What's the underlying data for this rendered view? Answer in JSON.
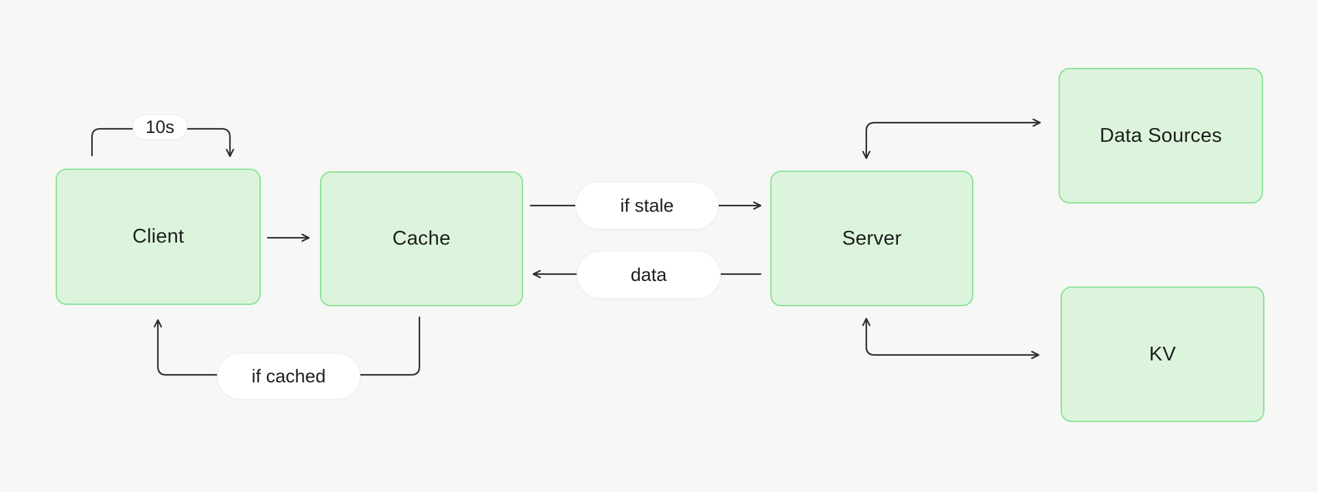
{
  "diagram": {
    "type": "architecture-flow",
    "background_color": "#f7f7f5",
    "node_fill_color": "#dcf4dc",
    "node_border_color": "#8ee39a",
    "edge_color": "#2e2e2e",
    "label_pill_color": "#ffffff",
    "text_color": "#1d1f1d",
    "nodes": [
      {
        "id": "client",
        "label": "Client"
      },
      {
        "id": "cache",
        "label": "Cache"
      },
      {
        "id": "server",
        "label": "Server"
      },
      {
        "id": "data_sources",
        "label": "Data Sources"
      },
      {
        "id": "kv",
        "label": "KV"
      }
    ],
    "edges": [
      {
        "from": "client",
        "to": "client",
        "label": "10s",
        "style": "self-loop-top"
      },
      {
        "from": "client",
        "to": "cache",
        "label": "",
        "style": "straight-right"
      },
      {
        "from": "cache",
        "to": "server",
        "label": "if stale",
        "style": "straight-right"
      },
      {
        "from": "server",
        "to": "cache",
        "label": "data",
        "style": "straight-left"
      },
      {
        "from": "cache",
        "to": "client",
        "label": "if cached",
        "style": "elbow-bottom"
      },
      {
        "from": "server",
        "to": "data_sources",
        "label": "",
        "style": "elbow-top-right",
        "bidirectional": true
      },
      {
        "from": "server",
        "to": "kv",
        "label": "",
        "style": "elbow-bottom-right",
        "bidirectional": true
      }
    ]
  }
}
